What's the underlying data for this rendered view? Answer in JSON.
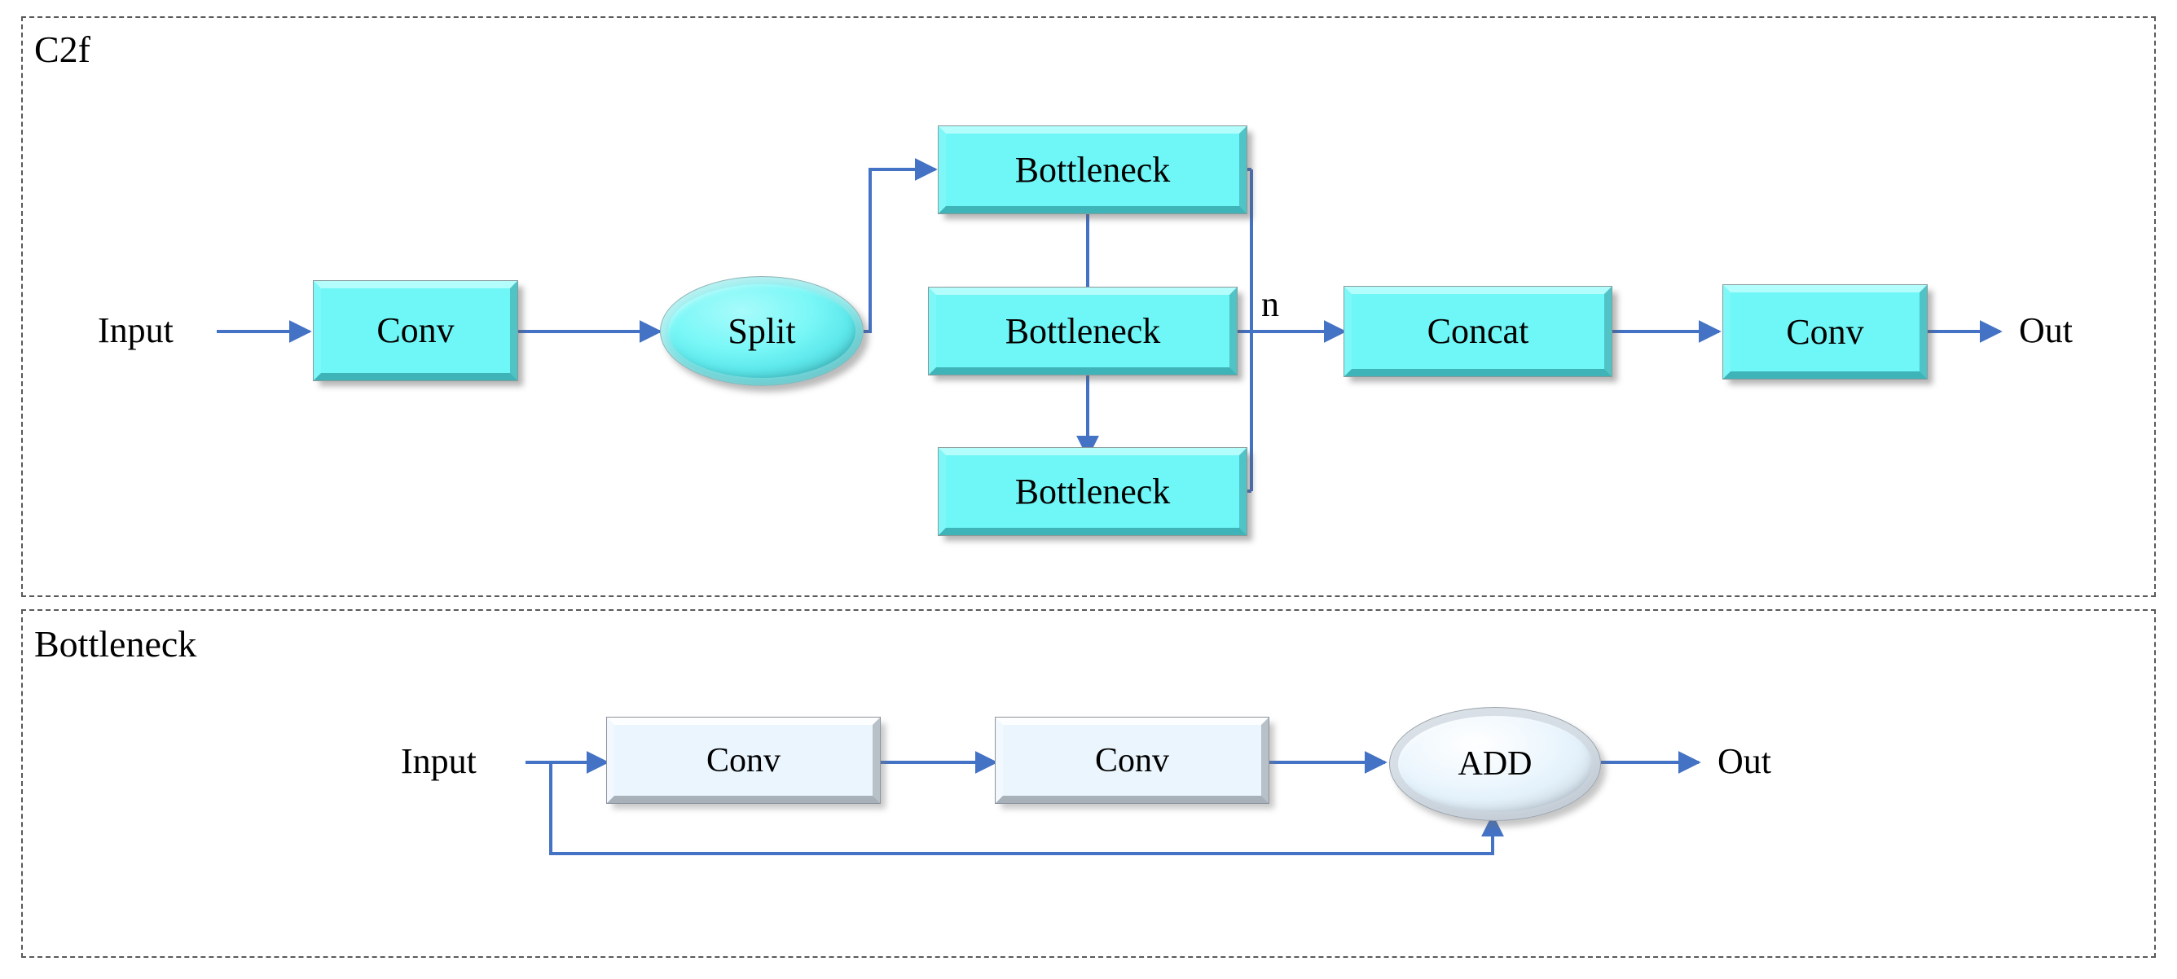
{
  "figure": {
    "kind": "neural-network-block-diagram",
    "background_color": "#ffffff",
    "arrow_color": "#4472c4",
    "panel_border_color": "#5a5a5a",
    "cyan_node_color": "#6ff6f6",
    "pale_node_color": "#eaf5fd"
  },
  "panels": [
    {
      "id": "c2f",
      "title": "C2f"
    },
    {
      "id": "bottleneck",
      "title": "Bottleneck"
    }
  ],
  "c2f": {
    "title": "C2f",
    "input_label": "Input",
    "output_label": "Out",
    "repeat_label": "n",
    "nodes": {
      "conv_in": "Conv",
      "split": "Split",
      "bottleneck_1": "Bottleneck",
      "bottleneck_2": "Bottleneck",
      "bottleneck_3": "Bottleneck",
      "concat": "Concat",
      "conv_out": "Conv"
    }
  },
  "bottleneck": {
    "title": "Bottleneck",
    "input_label": "Input",
    "output_label": "Out",
    "nodes": {
      "conv_1": "Conv",
      "conv_2": "Conv",
      "add": "ADD"
    }
  }
}
